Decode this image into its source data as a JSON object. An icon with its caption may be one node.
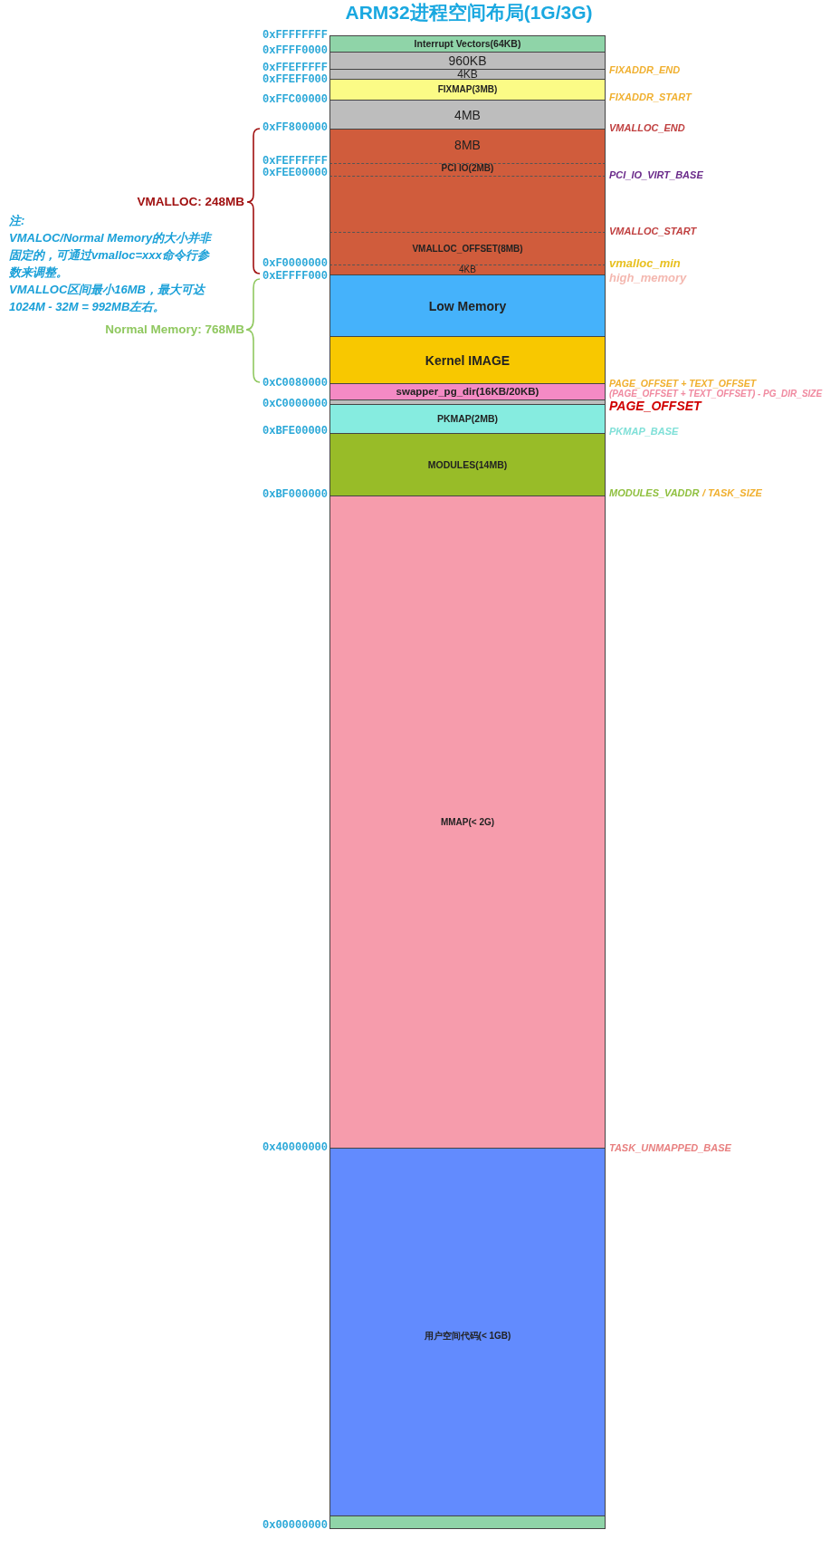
{
  "diagram": {
    "title": "ARM32进程空间布局(1G/3G)",
    "nodes": [
      {
        "text": [
          "Interrupt Vectors(64KB)"
        ]
      },
      {
        "text": [
          "960KB"
        ]
      },
      {
        "text": [
          "4KB"
        ]
      },
      {
        "text": [
          "FIXMAP(3MB)"
        ]
      },
      {
        "text": [
          "4MB"
        ]
      },
      {
        "text": [
          "8MB"
        ]
      },
      {
        "text": [
          "PCI IO(2MB)"
        ]
      },
      {
        "text": [],
        "shape": "box"
      },
      {
        "text": [
          "VMALLOC_OFFSET(8MB)"
        ]
      },
      {
        "text": [
          "4KB"
        ]
      },
      {
        "text": [
          "Low Memory"
        ]
      },
      {
        "text": [
          "Kernel IMAGE"
        ]
      },
      {
        "text": [
          "swapper_pg_dir(16KB/20KB)"
        ]
      },
      {
        "text": [],
        "shape": "box"
      },
      {
        "text": [
          "PKMAP(2MB)"
        ]
      },
      {
        "text": [
          "MODULES(14MB)"
        ]
      },
      {
        "text": [
          "MMAP(< 2G)"
        ]
      },
      {
        "text": [
          "用户空间代码(< 1GB)"
        ]
      },
      {
        "text": [],
        "shape": "box"
      }
    ],
    "labels": [
      "0xFFFFFFFF",
      "0xFFFF0000",
      "0xFFEFFFFF",
      "0xFFEFF000",
      "0xFFC00000",
      "0xFF800000",
      "0xFEFFFFFF",
      "0xFEE00000",
      "0xF0000000",
      "0xEFFFF000",
      "0xC0080000",
      "0xC0000000",
      "0xBFE00000",
      "0xBF000000",
      "0x40000000",
      "0x00000000",
      "FIXADDR_END",
      "FIXADDR_START",
      "VMALLOC_END",
      "PCI_IO_VIRT_BASE",
      "VMALLOC_START",
      "vmalloc_min",
      "high_memory",
      "PAGE_OFFSET + TEXT_OFFSET",
      "(PAGE_OFFSET + TEXT_OFFSET) - PG_DIR_SIZE",
      "PAGE_OFFSET",
      "PKMAP_BASE",
      "MODULES_VADDR",
      "/ TASK_SIZE",
      "TASK_UNMAPPED_BASE",
      "VMALLOC: 248MB",
      "Normal Memory: 768MB",
      "注:",
      "VMALOC/Normal Memory的大小并非固定的，可通过vmalloc=xxx命令行参数来调整。",
      "VMALLOC区间最小16MB，最大可达1024M - 32M = 992MB左右。"
    ]
  }
}
